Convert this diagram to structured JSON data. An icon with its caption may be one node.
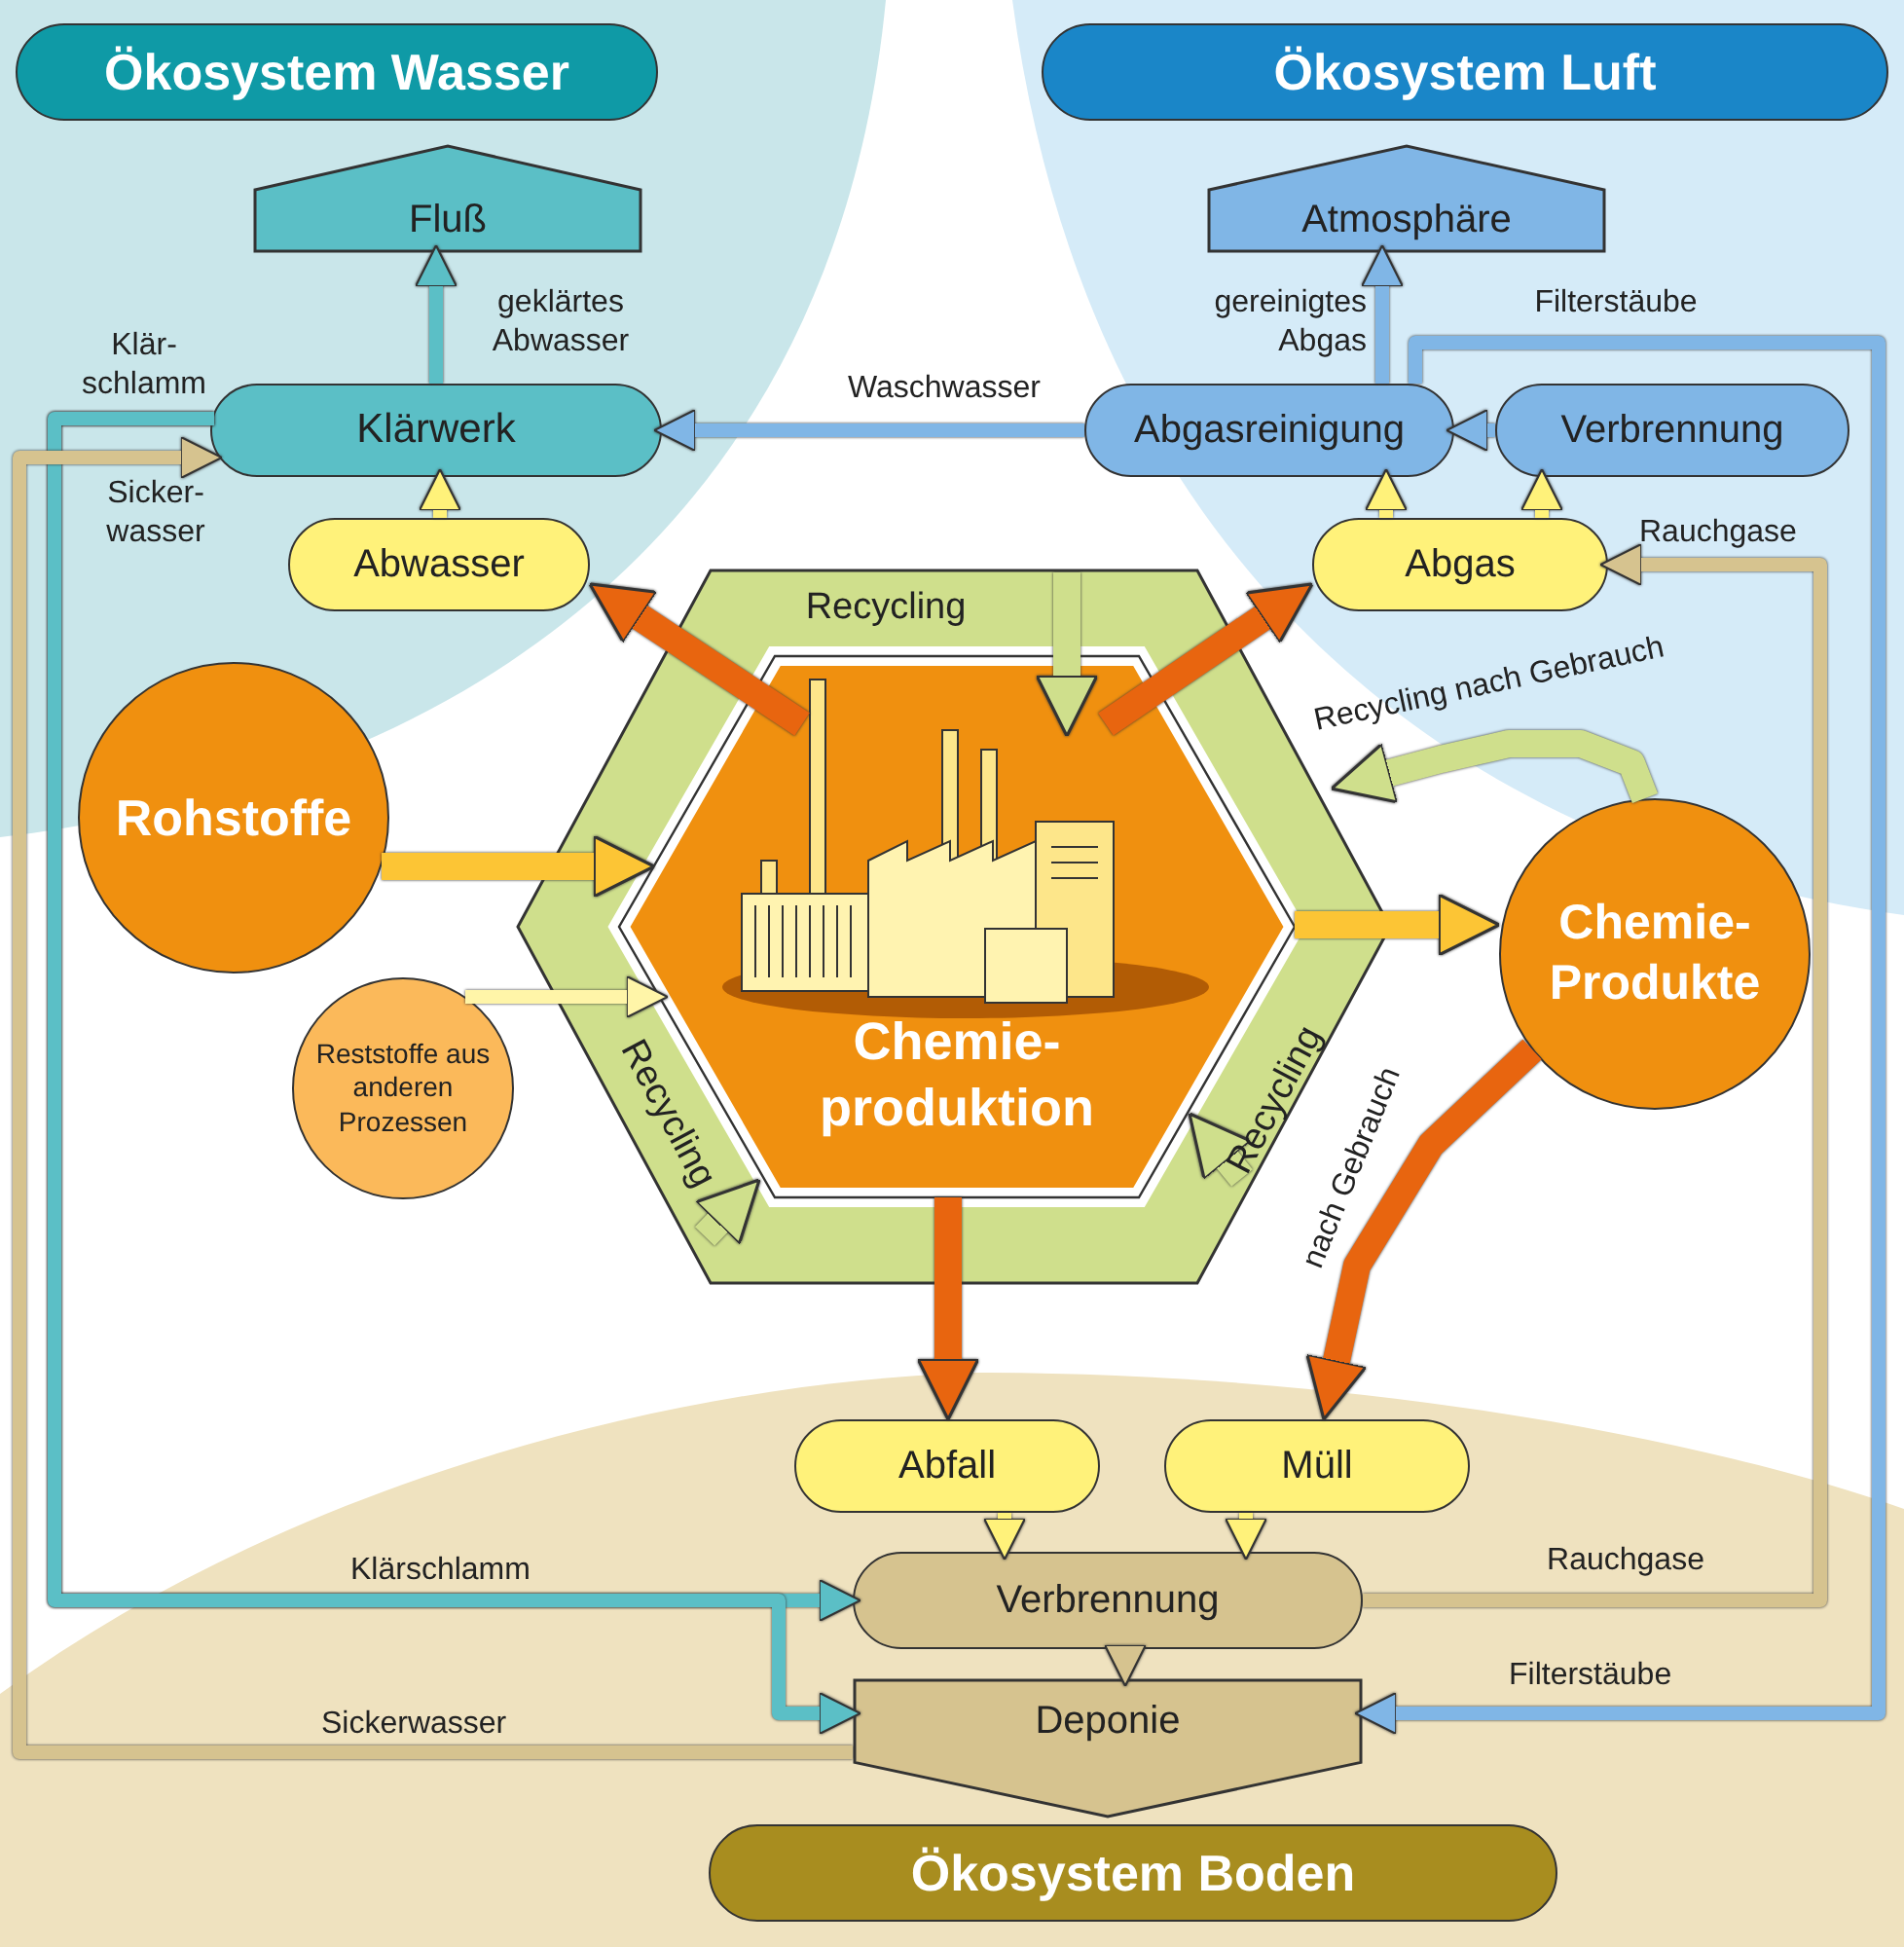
{
  "diagram": {
    "nodes": [
      {
        "text": [
          "Ökosystem Wasser"
        ]
      },
      {
        "text": [
          "Ökosystem Luft"
        ]
      },
      {
        "text": [
          "Fluß"
        ]
      },
      {
        "text": [
          "Atmosphäre"
        ]
      },
      {
        "text": [
          "Klärwerk"
        ]
      },
      {
        "text": [
          "Abgasreinigung"
        ]
      },
      {
        "text": [
          "Verbrennung"
        ]
      },
      {
        "text": [
          "Abwasser"
        ]
      },
      {
        "text": [
          "Abgas"
        ]
      },
      {
        "text": [
          "Rohstoffe"
        ]
      },
      {
        "text": [
          "Reststoffe aus anderen Prozessen"
        ]
      },
      {
        "text": [
          "Recycling",
          "Recycling",
          "Recycling"
        ]
      },
      {
        "text": [
          "Chemie- produktion"
        ],
        "in": 11
      },
      {
        "text": [
          "Chemie- Produkte"
        ]
      },
      {
        "text": [
          "Abfall"
        ]
      },
      {
        "text": [
          "Müll"
        ]
      },
      {
        "text": [
          "Verbrennung"
        ]
      },
      {
        "text": [
          "Deponie"
        ]
      },
      {
        "text": [
          "Ökosystem Boden"
        ]
      }
    ],
    "edges": [
      {
        "from": 4,
        "to": 2,
        "arrow": "to",
        "label": "geklärtes Abwasser",
        "color": "#5bbfc6"
      },
      {
        "from": 5,
        "to": 3,
        "arrow": "to",
        "label": "gereinigtes Abgas",
        "color": "#80b6e6"
      },
      {
        "from": 5,
        "to": 4,
        "arrow": "to",
        "label": "Waschwasser",
        "color": "#80b6e6"
      },
      {
        "from": 6,
        "to": 5,
        "arrow": "to",
        "color": "#80b6e6"
      },
      {
        "from": 7,
        "to": 4,
        "arrow": "to",
        "color": "#fff27a"
      },
      {
        "from": 8,
        "to": 5,
        "arrow": "to",
        "color": "#fff27a"
      },
      {
        "from": 8,
        "to": 6,
        "arrow": "to",
        "color": "#fff27a"
      },
      {
        "from": 12,
        "to": 7,
        "arrow": "to",
        "style": "thick",
        "color": "#e8650f"
      },
      {
        "from": 12,
        "to": 8,
        "arrow": "to",
        "style": "thick",
        "color": "#e8650f"
      },
      {
        "from": 9,
        "to": 12,
        "arrow": "to",
        "style": "thick",
        "color": "#fcc535"
      },
      {
        "from": 10,
        "to": 12,
        "arrow": "to",
        "color": "#fff5a8"
      },
      {
        "from": 12,
        "to": 13,
        "arrow": "to",
        "style": "thick",
        "color": "#fcc535"
      },
      {
        "from": 13,
        "to": 11,
        "arrow": "to",
        "label": "Recycling nach Gebrauch",
        "style": "thick",
        "color": "#cfdf8c"
      },
      {
        "from": 13,
        "to": 15,
        "arrow": "to",
        "label": "nach Gebrauch",
        "style": "thick",
        "color": "#e8650f"
      },
      {
        "from": 12,
        "to": 14,
        "arrow": "to",
        "style": "thick",
        "color": "#e8650f"
      },
      {
        "from": 14,
        "to": 16,
        "arrow": "to",
        "color": "#fff27a"
      },
      {
        "from": 15,
        "to": 16,
        "arrow": "to",
        "color": "#fff27a"
      },
      {
        "from": 16,
        "to": 17,
        "arrow": "to",
        "color": "#d6c38f"
      },
      {
        "from": 16,
        "to": 8,
        "arrow": "to",
        "label": "Rauchgase",
        "color": "#d6c38f"
      },
      {
        "from": 5,
        "to": 17,
        "arrow": "to",
        "label": "Filterstäube",
        "color": "#80b6e6"
      },
      {
        "from": 4,
        "to": 16,
        "arrow": "to",
        "label": "Klär- schlamm",
        "color": "#5bbfc6"
      },
      {
        "from": 4,
        "to": 17,
        "arrow": "to",
        "color": "#5bbfc6"
      },
      {
        "from": 17,
        "to": 4,
        "arrow": "to",
        "label": "Sicker- wasser",
        "color": "#d6c38f"
      },
      {
        "from": 11,
        "to": 12,
        "arrow": "to",
        "style": "thick",
        "color": "#cfdf8c"
      },
      {
        "from": 11,
        "to": 12,
        "arrow": "to",
        "style": "thick",
        "color": "#cfdf8c"
      },
      {
        "from": 11,
        "to": 12,
        "arrow": "to",
        "style": "thick",
        "color": "#cfdf8c"
      }
    ],
    "labels": [
      "Rauchgase",
      "Klärschlamm",
      "Filterstäube",
      "Sickerwasser"
    ]
  }
}
